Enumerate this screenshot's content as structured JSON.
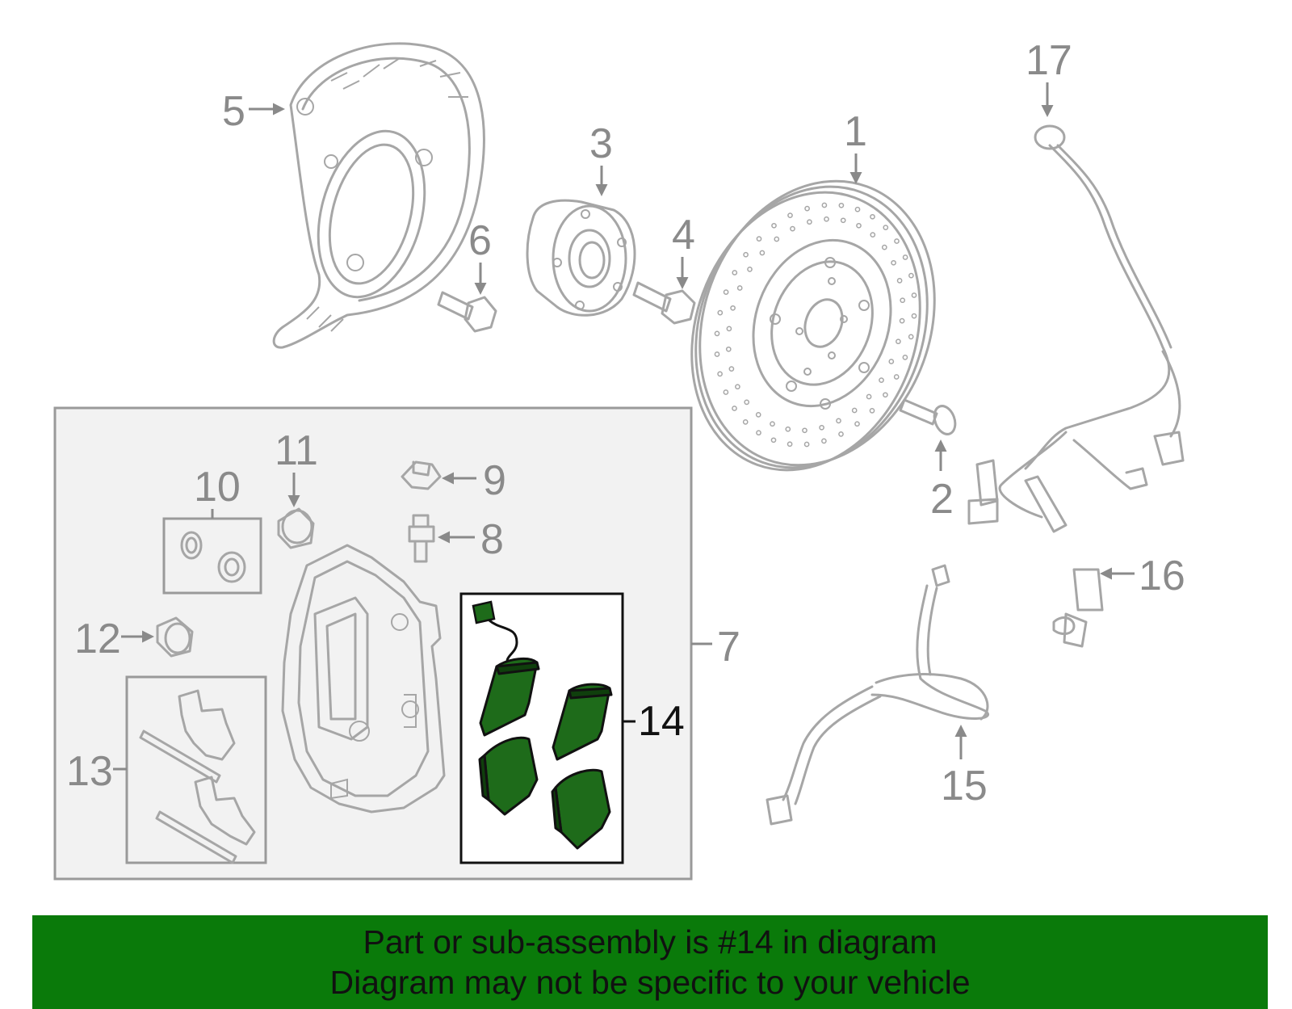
{
  "callouts": {
    "c1": "1",
    "c2": "2",
    "c3": "3",
    "c4": "4",
    "c5": "5",
    "c6": "6",
    "c7": "7",
    "c8": "8",
    "c9": "9",
    "c10": "10",
    "c11": "11",
    "c12": "12",
    "c13": "13",
    "c14": "14",
    "c15": "15",
    "c16": "16",
    "c17": "17"
  },
  "banner": {
    "line1": "Part or sub-assembly is #14 in diagram",
    "line2": "Diagram may not be specific to your vehicle"
  },
  "colors": {
    "highlight": "#1e6b1a",
    "banner": "#0a7a0a",
    "line_art": "#a6a6a6"
  }
}
